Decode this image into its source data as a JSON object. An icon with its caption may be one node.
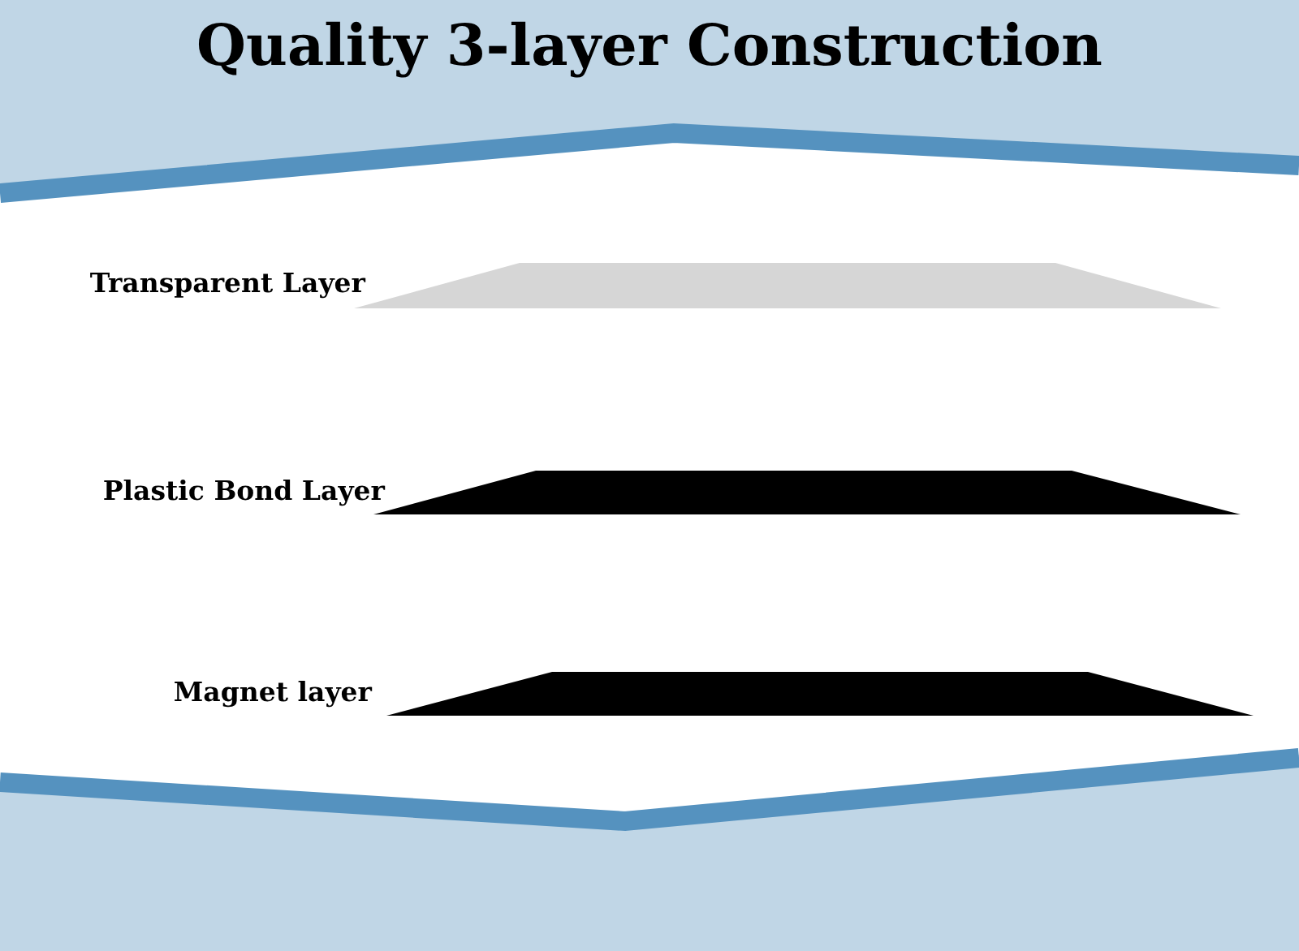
{
  "diagram": {
    "title": "Quality 3-layer Construction",
    "nodes": [
      {
        "text": [],
        "shape": "trapezoid",
        "beside": [
          "Transparent Layer"
        ]
      },
      {
        "text": [],
        "shape": "trapezoid",
        "beside": [
          "Plastic Bond Layer"
        ]
      },
      {
        "text": [],
        "shape": "trapezoid",
        "beside": [
          "Magnet layer"
        ]
      }
    ]
  }
}
